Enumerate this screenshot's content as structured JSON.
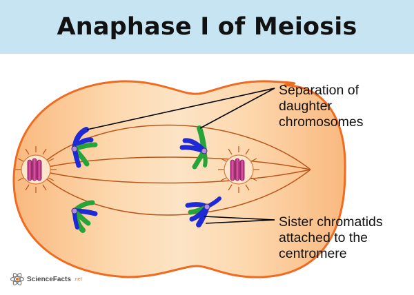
{
  "title": "Anaphase I of Meiosis",
  "labels": {
    "separation": [
      "Separation of",
      "daughter",
      "chromosomes"
    ],
    "sister": [
      "Sister chromatids",
      "attached to the",
      "centromere"
    ]
  },
  "logo": {
    "name": "ScienceFacts",
    "tld": ".net",
    "icon": "atom-icon"
  },
  "colors": {
    "banner": "#c6e4f1",
    "cytoplasm": "#fbc995",
    "cell_outline": "#f06a20",
    "chromatid_blue": "#1d2ad6",
    "chromatid_green": "#27a33a",
    "centromere": "#b38be8",
    "centriole": "#c8338f"
  }
}
